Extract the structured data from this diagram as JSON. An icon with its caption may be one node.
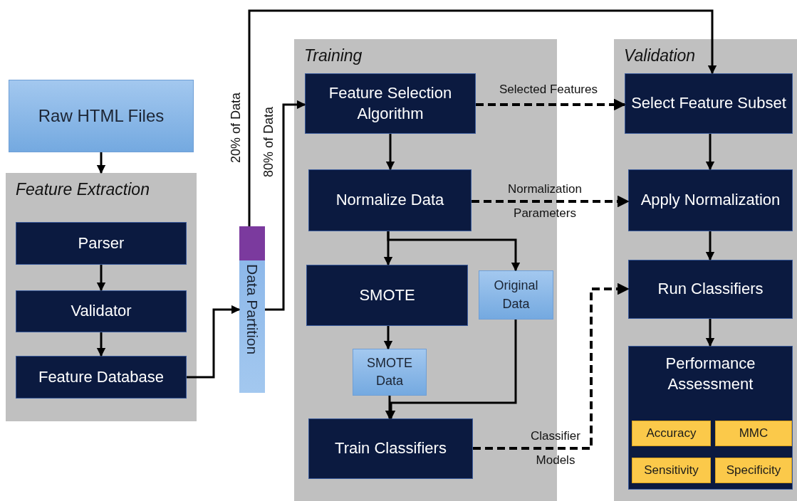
{
  "diagram": {
    "nodes": [
      {
        "text": [
          "Raw HTML Files"
        ]
      },
      {
        "text": [
          "Feature Extraction"
        ]
      },
      {
        "text": [
          "Parser"
        ],
        "in": 1
      },
      {
        "text": [
          "Validator"
        ],
        "in": 1
      },
      {
        "text": [
          "Feature Database"
        ],
        "in": 1
      },
      {
        "text": [
          "Data Partition"
        ]
      },
      {
        "text": [
          "Training"
        ]
      },
      {
        "text": [
          "Feature Selection Algorithm"
        ],
        "in": 6
      },
      {
        "text": [
          "Normalize Data"
        ],
        "in": 6
      },
      {
        "text": [
          "SMOTE"
        ],
        "in": 6
      },
      {
        "text": [
          "Original Data"
        ],
        "in": 6
      },
      {
        "text": [
          "SMOTE Data"
        ],
        "in": 6
      },
      {
        "text": [
          "Train Classifiers"
        ],
        "in": 6
      },
      {
        "text": [
          "Validation"
        ]
      },
      {
        "text": [
          "Select Feature Subset"
        ],
        "in": 13
      },
      {
        "text": [
          "Apply Normalization"
        ],
        "in": 13
      },
      {
        "text": [
          "Run Classifiers"
        ],
        "in": 13
      },
      {
        "text": [
          "Performance Assessment"
        ],
        "in": 13
      },
      {
        "text": [
          "Accuracy"
        ],
        "in": 17
      },
      {
        "text": [
          "MMC"
        ],
        "in": 17
      },
      {
        "text": [
          "Sensitivity"
        ],
        "in": 17
      },
      {
        "text": [
          "Specificity"
        ],
        "in": 17
      }
    ],
    "edges": [
      {
        "from": 0,
        "to": 1,
        "arrow": "to"
      },
      {
        "from": 2,
        "to": 3,
        "arrow": "to"
      },
      {
        "from": 3,
        "to": 4,
        "arrow": "to"
      },
      {
        "from": 4,
        "to": 5,
        "arrow": "to"
      },
      {
        "from": 5,
        "to": 14,
        "arrow": "to",
        "label": "20% of Data"
      },
      {
        "from": 5,
        "to": 7,
        "arrow": "to",
        "label": "80% of Data"
      },
      {
        "from": 7,
        "to": 8,
        "arrow": "to"
      },
      {
        "from": 8,
        "to": 9,
        "arrow": "to"
      },
      {
        "from": 8,
        "to": 10,
        "arrow": "to"
      },
      {
        "from": 9,
        "to": 11,
        "arrow": "to"
      },
      {
        "from": 11,
        "to": 12,
        "arrow": "to"
      },
      {
        "from": 10,
        "to": 12,
        "arrow": "to"
      },
      {
        "from": 7,
        "to": 14,
        "arrow": "to",
        "label": "Selected Features",
        "style": "dashed"
      },
      {
        "from": 8,
        "to": 15,
        "arrow": "to",
        "label": "Normalization Parameters",
        "style": "dashed"
      },
      {
        "from": 12,
        "to": 16,
        "arrow": "to",
        "label": "Classifier Models",
        "style": "dashed"
      },
      {
        "from": 14,
        "to": 15,
        "arrow": "to"
      },
      {
        "from": 15,
        "to": 16,
        "arrow": "to"
      },
      {
        "from": 16,
        "to": 17,
        "arrow": "to"
      }
    ]
  }
}
